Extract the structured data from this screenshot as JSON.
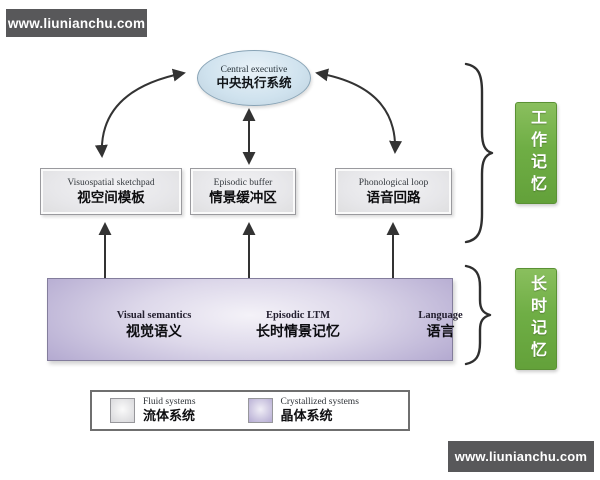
{
  "watermark": {
    "top": "www.liunianchu.com",
    "bottom": "www.liunianchu.com"
  },
  "diagram": {
    "central_executive": {
      "en": "Central executive",
      "zh": "中央执行系统"
    },
    "components": [
      {
        "en": "Visuospatial sketchpad",
        "zh": "视空间模板"
      },
      {
        "en": "Episodic buffer",
        "zh": "情景缓冲区"
      },
      {
        "en": "Phonological loop",
        "zh": "语音回路"
      }
    ],
    "ltm_items": [
      {
        "en": "Visual semantics",
        "zh": "视觉语义"
      },
      {
        "en": "Episodic LTM",
        "zh": "长时情景记忆"
      },
      {
        "en": "Language",
        "zh": "语言"
      }
    ],
    "side_labels": [
      {
        "zh": "工作记忆"
      },
      {
        "zh": "长时记忆"
      }
    ],
    "legend": [
      {
        "en": "Fluid systems",
        "zh": "流体系统",
        "swatch": "gray"
      },
      {
        "en": "Crystallized systems",
        "zh": "晶体系统",
        "swatch": "purple"
      }
    ],
    "colors": {
      "banner_bg": "#58585a",
      "ellipse_fill": "#cfe2ee",
      "component_box_fill": "#e7e7ea",
      "ltm_box_fill": "#b3a9d0",
      "green_label": "#6fae45",
      "arrow": "#333333"
    }
  }
}
